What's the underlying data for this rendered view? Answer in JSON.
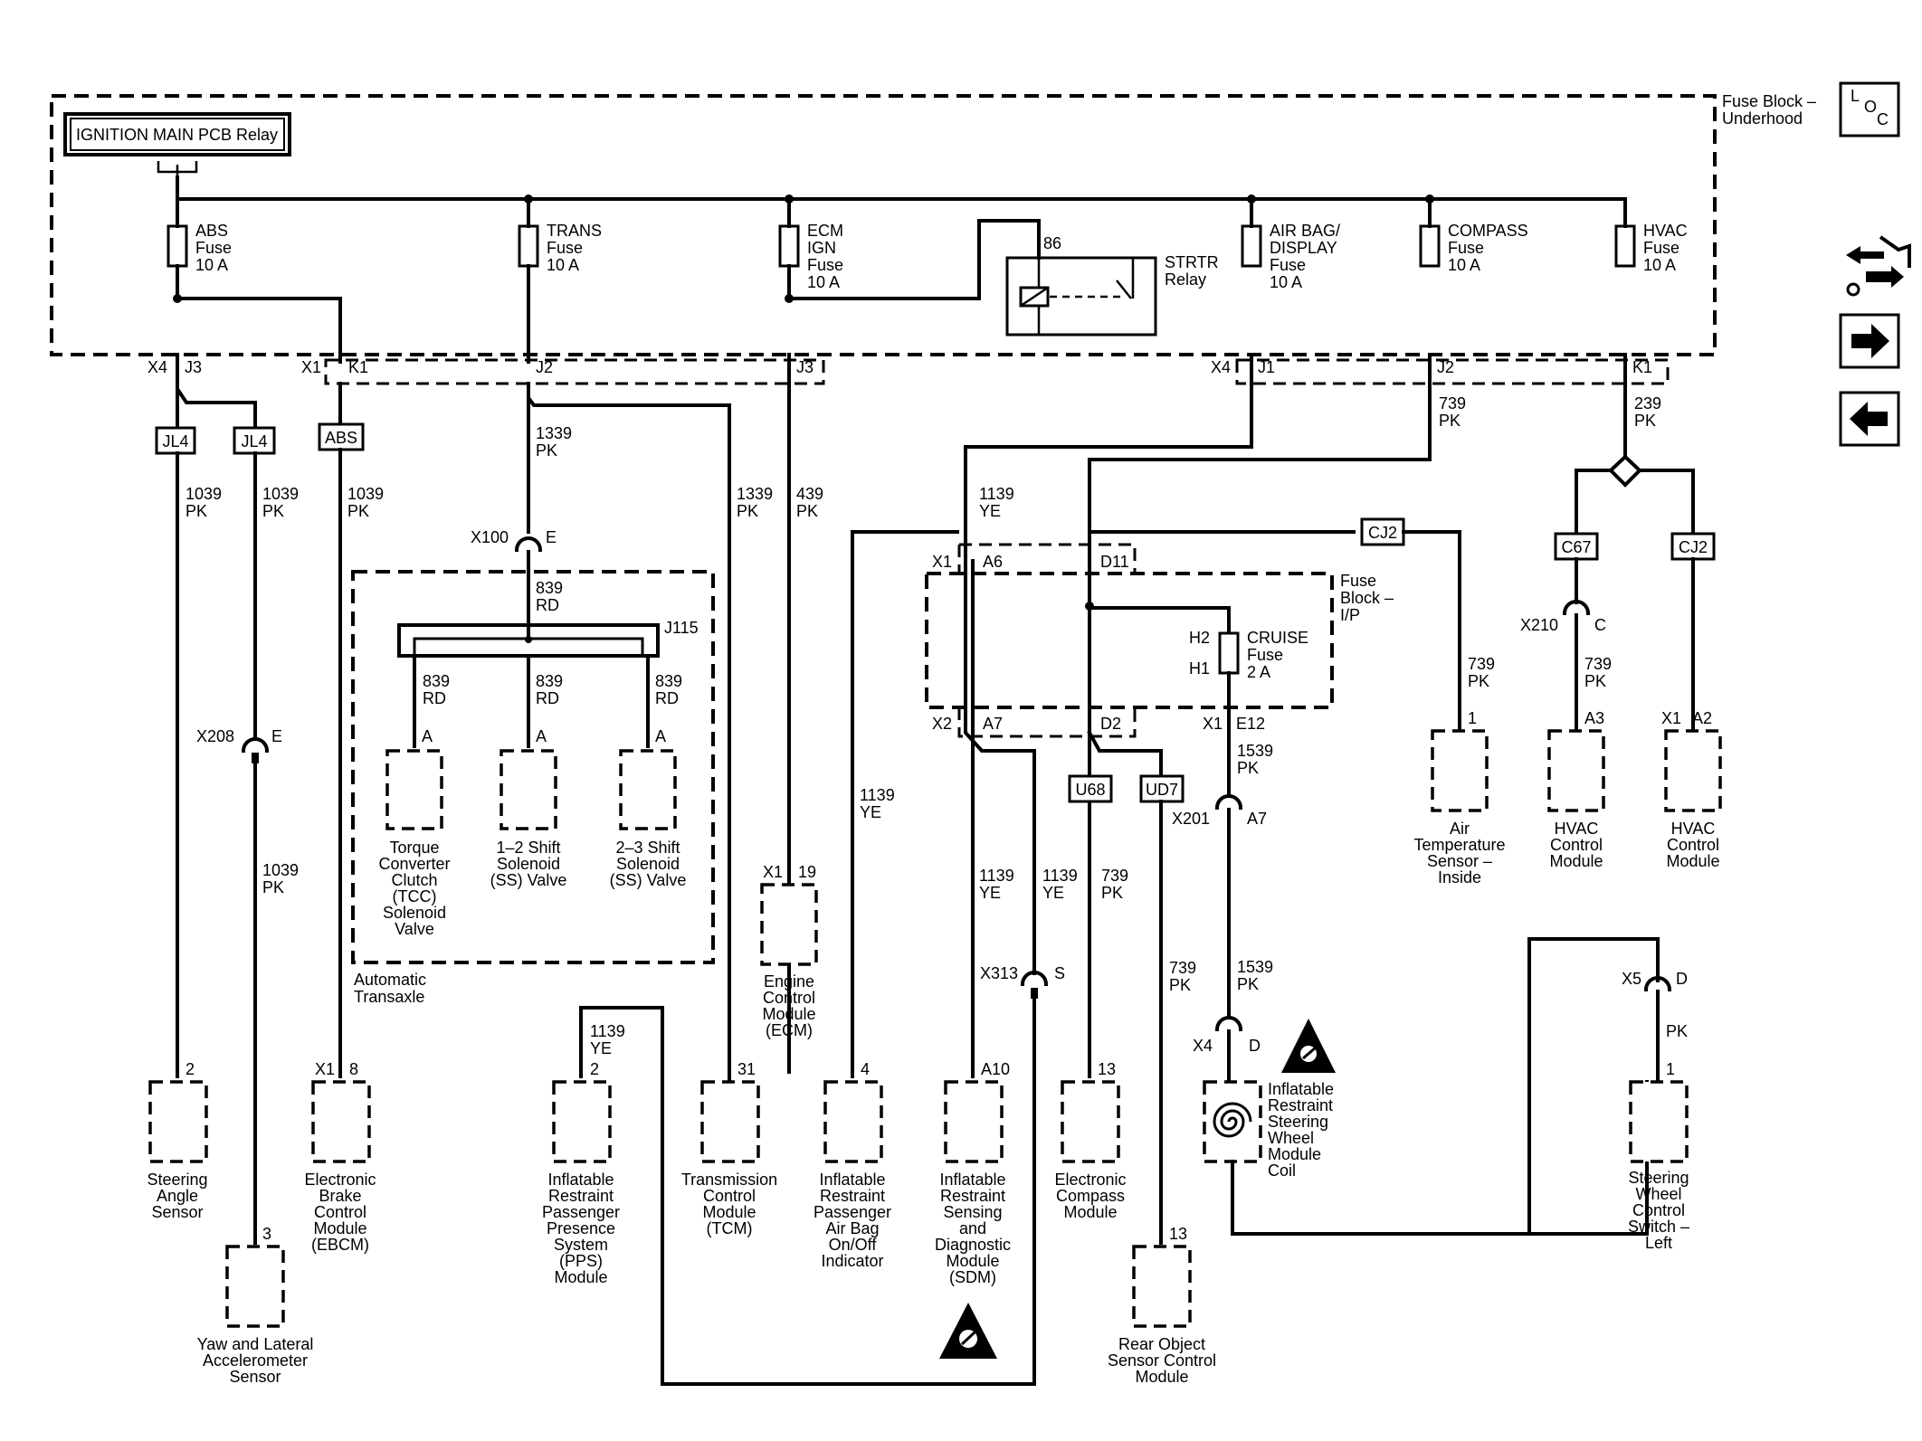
{
  "relay_title": "IGNITION MAIN PCB Relay",
  "fuse_block_underhood": [
    "Fuse Block –",
    "Underhood"
  ],
  "fuse_block_ip": [
    "Fuse",
    "Block –",
    "I/P"
  ],
  "fuses": {
    "abs": [
      "ABS",
      "Fuse",
      "10 A"
    ],
    "trans": [
      "TRANS",
      "Fuse",
      "10 A"
    ],
    "ecm": [
      "ECM",
      "IGN",
      "Fuse",
      "10 A"
    ],
    "airbag": [
      "AIR BAG/",
      "DISPLAY",
      "Fuse",
      "10 A"
    ],
    "compass": [
      "COMPASS",
      "Fuse",
      "10 A"
    ],
    "hvac": [
      "HVAC",
      "Fuse",
      "10 A"
    ],
    "cruise": [
      "CRUISE",
      "Fuse",
      "2 A"
    ]
  },
  "relay": {
    "pin": "86",
    "label": [
      "STRTR",
      "Relay"
    ]
  },
  "connectors": {
    "x4": "X4",
    "j3": "J3",
    "x1": "X1",
    "k1": "K1",
    "j2": "J2",
    "x4b": "X4",
    "j1": "J1",
    "x100": "X100",
    "e": "E",
    "j115": "J115",
    "x208": "X208",
    "x1_a6": "X1",
    "a6": "A6",
    "d11": "D11",
    "x2": "X2",
    "a7": "A7",
    "d2": "D2",
    "h2": "H2",
    "h1": "H1",
    "x1_e12": "X1",
    "e12": "E12",
    "x201": "X201",
    "a7b": "A7",
    "x313": "X313",
    "s": "S",
    "x4_d": "X4",
    "d": "D",
    "x210": "X210",
    "c": "C",
    "x1_a2": "X1",
    "a2": "A2",
    "a3": "A3",
    "x5": "X5",
    "d2b": "D",
    "x1_19": "X1",
    "pin19": "19",
    "x1_8": "X1",
    "pin8": "8"
  },
  "splices": {
    "jl4a": "JL4",
    "jl4b": "JL4",
    "abs": "ABS",
    "cj2a": "CJ2",
    "c67": "C67",
    "cj2b": "CJ2",
    "u68": "U68",
    "ud7": "UD7"
  },
  "wires": {
    "w1039a": [
      "1039",
      "PK"
    ],
    "w1039b": [
      "1039",
      "PK"
    ],
    "w1039c": [
      "1039",
      "PK"
    ],
    "w1039d": [
      "1039",
      "PK"
    ],
    "w1339a": [
      "1339",
      "PK"
    ],
    "w1339b": [
      "1339",
      "PK"
    ],
    "w439": [
      "439",
      "PK"
    ],
    "w839": [
      "839",
      "RD"
    ],
    "w839a": [
      "839",
      "RD"
    ],
    "w839b": [
      "839",
      "RD"
    ],
    "w839c": [
      "839",
      "RD"
    ],
    "w1139a": [
      "1139",
      "YE"
    ],
    "w1139b": [
      "1139",
      "YE"
    ],
    "w1139c": [
      "1139",
      "YE"
    ],
    "w1139d": [
      "1139",
      "YE"
    ],
    "w1139e": [
      "1139",
      "YE"
    ],
    "w739a": [
      "739",
      "PK"
    ],
    "w739b": [
      "739",
      "PK"
    ],
    "w739c": [
      "739",
      "PK"
    ],
    "w739d": [
      "739",
      "PK"
    ],
    "w239": [
      "239",
      "PK"
    ],
    "w1539a": [
      "1539",
      "PK"
    ],
    "w1539b": [
      "1539",
      "PK"
    ],
    "wpk": "PK"
  },
  "pins": {
    "tcc": "A",
    "ss12": "A",
    "ss23": "A",
    "steer": "2",
    "yaw": "3",
    "pps": "2",
    "tcm": "31",
    "indicator": "4",
    "sdm": "A10",
    "compass": "13",
    "rear": "13",
    "airtemp": "1",
    "swc": "1"
  },
  "components": {
    "tcc": [
      "Torque",
      "Converter",
      "Clutch",
      "(TCC)",
      "Solenoid",
      "Valve"
    ],
    "ss12": [
      "1–2 Shift",
      "Solenoid",
      "(SS) Valve"
    ],
    "ss23": [
      "2–3 Shift",
      "Solenoid",
      "(SS) Valve"
    ],
    "transaxle": [
      "Automatic",
      "Transaxle"
    ],
    "ecm": [
      "Engine",
      "Control",
      "Module",
      "(ECM)"
    ],
    "steer": [
      "Steering",
      "Angle",
      "Sensor"
    ],
    "yaw": [
      "Yaw and Lateral",
      "Accelerometer",
      "Sensor"
    ],
    "ebcm": [
      "Electronic",
      "Brake",
      "Control",
      "Module",
      "(EBCM)"
    ],
    "pps": [
      "Inflatable",
      "Restraint",
      "Passenger",
      "Presence",
      "System",
      "(PPS)",
      "Module"
    ],
    "tcm": [
      "Transmission",
      "Control",
      "Module",
      "(TCM)"
    ],
    "indicator": [
      "Inflatable",
      "Restraint",
      "Passenger",
      "Air Bag",
      "On/Off",
      "Indicator"
    ],
    "sdm": [
      "Inflatable",
      "Restraint",
      "Sensing",
      "and",
      "Diagnostic",
      "Module",
      "(SDM)"
    ],
    "compass": [
      "Electronic",
      "Compass",
      "Module"
    ],
    "rear": [
      "Rear Object",
      "Sensor Control",
      "Module"
    ],
    "coil": [
      "Inflatable",
      "Restraint",
      "Steering",
      "Wheel",
      "Module",
      "Coil"
    ],
    "airtemp": [
      "Air",
      "Temperature",
      "Sensor –",
      "Inside"
    ],
    "hvac1": [
      "HVAC",
      "Control",
      "Module"
    ],
    "hvac2": [
      "HVAC",
      "Control",
      "Module"
    ],
    "swc": [
      "Steering",
      "Wheel",
      "Control",
      "Switch –",
      "Left"
    ]
  },
  "loc_button": {
    "l": "L",
    "o": "O",
    "c": "C"
  },
  "icons": [
    "locator-icon",
    "schematic-link-icon",
    "next-arrow-icon",
    "previous-arrow-icon",
    "airbag-warning-icon"
  ]
}
